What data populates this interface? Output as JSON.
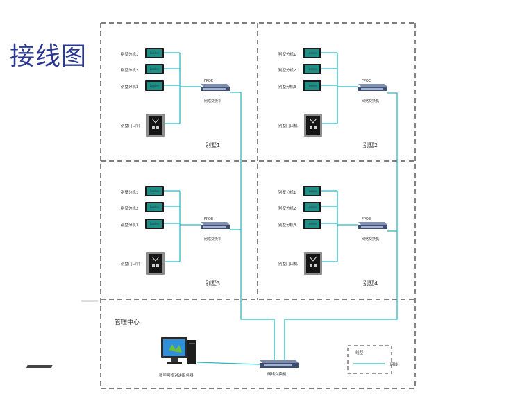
{
  "title": "接线图",
  "colors": {
    "wire": "#2ab8c4",
    "frame": "#333333",
    "title": "#2b3990",
    "screen": "#1c8f86"
  },
  "villas": [
    {
      "name": "别墅1",
      "units": [
        "别墅分机1",
        "别墅分机2",
        "别墅分机3"
      ],
      "door": "别墅门口机",
      "poe_label": "FPOE",
      "switch_label": "网络交换机",
      "screen_text": "Leelen"
    },
    {
      "name": "别墅2",
      "units": [
        "别墅分机1",
        "别墅分机2",
        "别墅分机3"
      ],
      "door": "别墅门口机",
      "poe_label": "FPOE",
      "switch_label": "网络交换机",
      "screen_text": "Leelen"
    },
    {
      "name": "别墅3",
      "units": [
        "别墅分机1",
        "别墅分机2",
        "别墅分机3"
      ],
      "door": "别墅门口机",
      "poe_label": "FPOE",
      "switch_label": "网络交换机",
      "screen_text": "Leelen"
    },
    {
      "name": "别墅4",
      "units": [
        "别墅分机1",
        "别墅分机2",
        "别墅分机3"
      ],
      "door": "别墅门口机",
      "poe_label": "FPOE",
      "switch_label": "网络交换机",
      "screen_text": "Leelen"
    }
  ],
  "management": {
    "title": "管理中心",
    "server_label": "数字可视对讲服务器",
    "switch_label": "网络交换机"
  },
  "legend": {
    "title": "线型",
    "wire_label": "网线"
  }
}
